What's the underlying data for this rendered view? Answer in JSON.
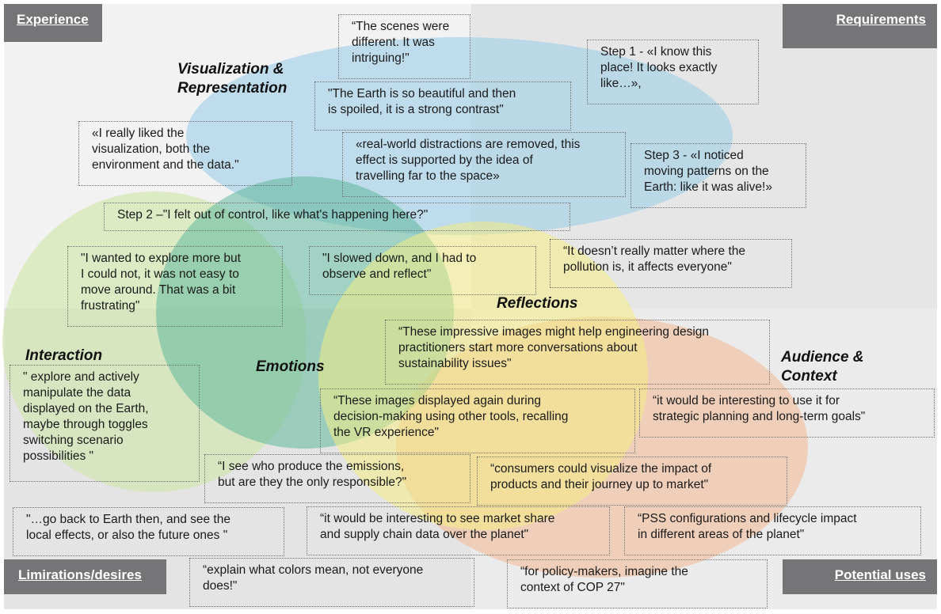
{
  "corners": {
    "experience": "Experience",
    "requirements": "Requirements",
    "limitations": "Limirations/desires",
    "potential_uses": "Potential uses"
  },
  "categories": {
    "visualization": "Visualization &\nRepresentation",
    "interaction": "Interaction",
    "emotions": "Emotions",
    "reflections": "Reflections",
    "audience": "Audience &\nContext"
  },
  "colors": {
    "visualization": "#9fcfe6",
    "interaction": "#cfe6a6",
    "emotions": "#5fb89a",
    "reflections": "#f4ec83",
    "audience": "#f2b891"
  },
  "quotes": {
    "scenes": "“The scenes were\ndifferent. It was\nintriguing!\"",
    "step1": "Step 1 - «I know this\nplace! It looks exactly\nlike…»,",
    "earth": "\"The Earth is so beautiful and then\nis spoiled, it is a strong contrast\"",
    "liked": "«I really liked the\nvisualization, both the\nenvironment and the data.\"",
    "distractions": "«real-world distractions are removed, this\neffect is supported by the idea of\ntravelling far to the space»",
    "step3": "Step 3 - «I noticed\nmoving patterns on the\nEarth: like it was alive!»",
    "step2": "Step 2 –\"I felt out of control, like what's happening here?\"",
    "explore": "\"I wanted to explore more but\nI could not, it was not easy to\nmove around. That was a bit\nfrustrating\"",
    "slowed": "\"I slowed down, and I had to\nobserve and reflect\"",
    "pollution": "“It doesn’t really matter where the\npollution is, it affects everyone\"",
    "impressive": "“These impressive images might help engineering design\npractitioners start more conversations about\nsustainability issues\"",
    "manipulate": "\" explore and actively\nmanipulate the data\ndisplayed on the Earth,\nmaybe through toggles\nswitching scenario\npossibilities \"",
    "displayed": "“These images displayed again during\ndecision-making using other tools, recalling\nthe VR experience\"",
    "strategic": "“it would be interesting to use it for\nstrategic planning and long-term goals\"",
    "emissions": "“I see who produce the emissions,\nbut are they the only responsible?\"",
    "consumers": "“consumers could visualize the impact of\nproducts and their journey up to market\"",
    "backtoearth": "\"…go back to Earth then, and see the\nlocal effects, or also the future ones \"",
    "market": "“it would be interesting to see market share\nand supply chain data over the planet\"",
    "pss": "“PSS configurations and lifecycle impact\nin different areas of the planet\"",
    "colors": "“explain what colors mean, not everyone\ndoes!\"",
    "policy": "“for policy-makers, imagine the\ncontext of COP 27\""
  }
}
